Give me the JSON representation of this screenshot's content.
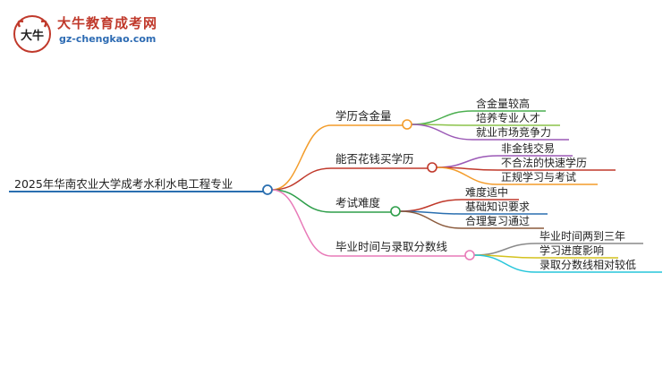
{
  "logo": {
    "mark_text": "大牛",
    "title": "大牛教育成考网",
    "url": "gz-chengkao.com"
  },
  "root": {
    "label": "2025年华南农业大学成考水利水电工程专业",
    "color": "#2a6fb0"
  },
  "branches": [
    {
      "label": "学历含金量",
      "color": "#f39c2a",
      "children": [
        {
          "label": "含金量较高",
          "color": "#4caf50"
        },
        {
          "label": "培养专业人才",
          "color": "#8bc34a"
        },
        {
          "label": "就业市场竞争力",
          "color": "#9b59b6"
        }
      ]
    },
    {
      "label": "能否花钱买学历",
      "color": "#c0392b",
      "children": [
        {
          "label": "非金钱交易",
          "color": "#9b59b6"
        },
        {
          "label": "不合法的快速学历",
          "color": "#c0392b"
        },
        {
          "label": "正规学习与考试",
          "color": "#f39c2a"
        }
      ]
    },
    {
      "label": "考试难度",
      "color": "#2e9e4a",
      "children": [
        {
          "label": "难度适中",
          "color": "#c0392b"
        },
        {
          "label": "基础知识要求",
          "color": "#2a6fb0"
        },
        {
          "label": "合理复习通过",
          "color": "#8b5a3c"
        }
      ]
    },
    {
      "label": "毕业时间与录取分数线",
      "color": "#e87ab8",
      "children": [
        {
          "label": "毕业时间两到三年",
          "color": "#8a8a8a"
        },
        {
          "label": "学习进度影响",
          "color": "#d4c21e"
        },
        {
          "label": "录取分数线相对较低",
          "color": "#26c6da"
        }
      ]
    }
  ]
}
